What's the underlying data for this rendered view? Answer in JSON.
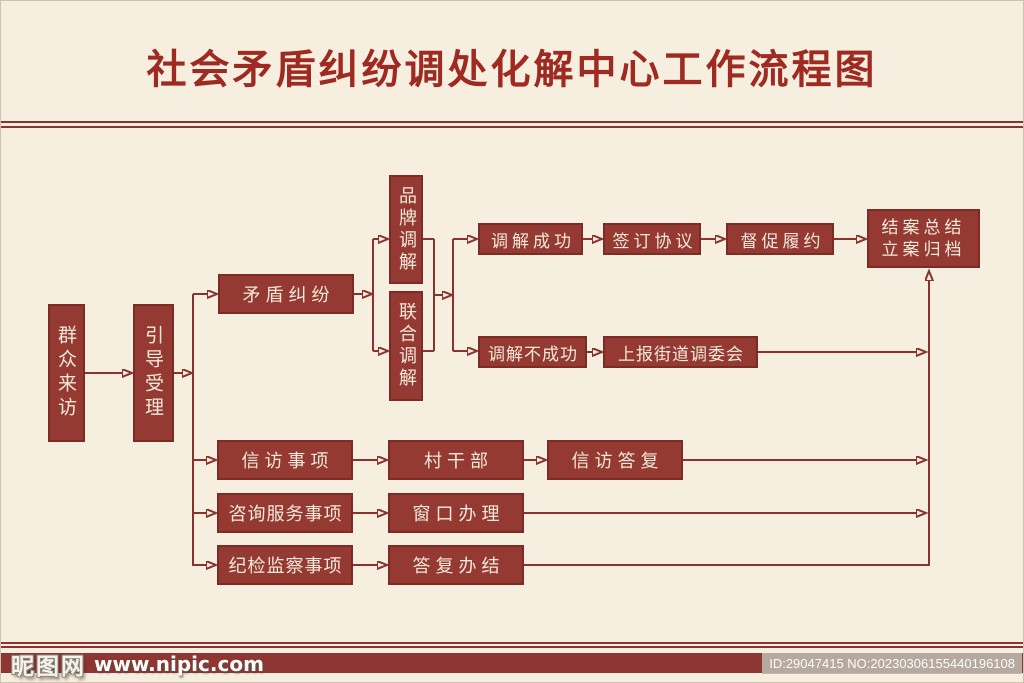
{
  "title": "社会矛盾纠纷调处化解中心工作流程图",
  "colors": {
    "background": "#f6eedf",
    "node_fill": "#943a33",
    "node_border": "#7d2b25",
    "node_text": "#f2e8da",
    "connector": "#8a322b",
    "title_text": "#9e2a21",
    "footer_band": "#8e3631"
  },
  "nodes": {
    "visitors": {
      "label": "群众来访"
    },
    "guide": {
      "label": "引导受理"
    },
    "dispute": {
      "label": "矛盾纠纷"
    },
    "brand_mediation": {
      "label": "品牌调解"
    },
    "joint_mediation": {
      "label": "联合调解"
    },
    "mediation_success": {
      "label": "调解成功"
    },
    "sign_agreement": {
      "label": "签订协议"
    },
    "supervise": {
      "label": "督促履约"
    },
    "case_closing": {
      "line1": "结案总结",
      "line2": "立案归档"
    },
    "mediation_fail": {
      "label": "调解不成功"
    },
    "report_street": {
      "label": "上报街道调委会"
    },
    "petition": {
      "label": "信访事项"
    },
    "village_cadre": {
      "label": "村干部"
    },
    "petition_reply": {
      "label": "信访答复"
    },
    "consult": {
      "label": "咨询服务事项"
    },
    "window": {
      "label": "窗口办理"
    },
    "discipline": {
      "label": "纪检监察事项"
    },
    "reply_complete": {
      "label": "答复办结"
    }
  },
  "watermark": {
    "site_name": "昵图网",
    "site_url": "www.nipic.com"
  },
  "id_badge": {
    "text": "ID:29047415 NO:20230306155440196108"
  }
}
